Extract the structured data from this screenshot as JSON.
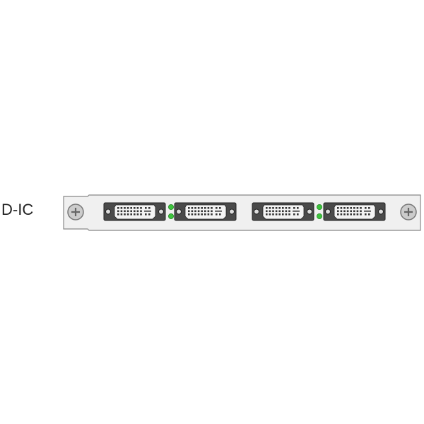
{
  "module": {
    "label": "D-IC",
    "connectors": [
      {
        "type": "DVI"
      },
      {
        "type": "DVI"
      },
      {
        "type": "DVI"
      },
      {
        "type": "DVI"
      }
    ],
    "leds": [
      {
        "color": "#3cc43c"
      },
      {
        "color": "#3cc43c"
      },
      {
        "color": "#3cc43c"
      },
      {
        "color": "#3cc43c"
      }
    ],
    "colors": {
      "panel": "#f0f0f0",
      "connector": "#4a4a4a",
      "led": "#3cc43c"
    }
  }
}
